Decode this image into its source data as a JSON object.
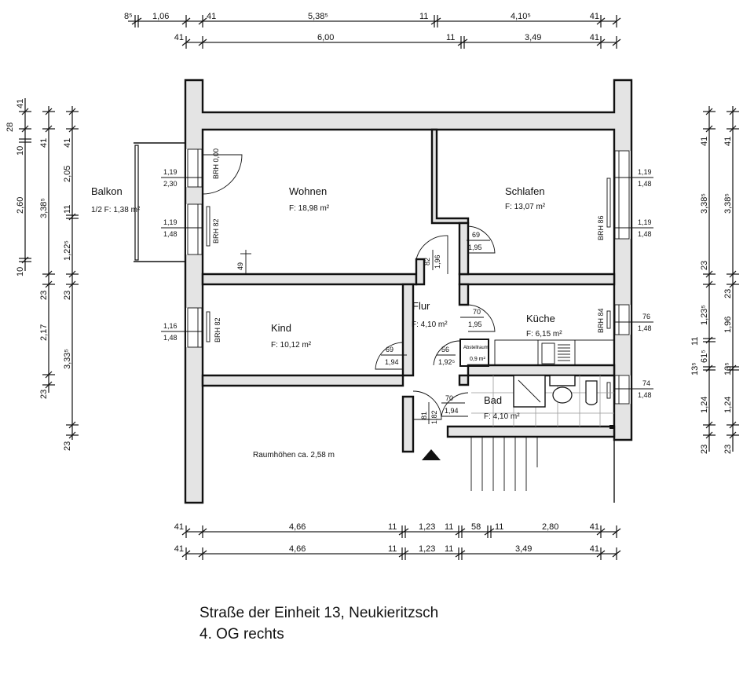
{
  "caption": {
    "address": "Straße der Einheit 13, Neukieritzsch",
    "floor": "4. OG rechts"
  },
  "rooms": {
    "wohnen": {
      "name": "Wohnen",
      "area": "F: 18,98 m²"
    },
    "schlafen": {
      "name": "Schlafen",
      "area": "F: 13,07 m²"
    },
    "kind": {
      "name": "Kind",
      "area": "F: 10,12 m²"
    },
    "flur": {
      "name": "Flur",
      "area": "F: 4,10 m²"
    },
    "kueche": {
      "name": "Küche",
      "area": "F: 6,15 m²"
    },
    "bad": {
      "name": "Bad",
      "area": "F: 4,10 m²"
    },
    "balkon": {
      "name": "Balkon",
      "area": "1/2 F: 1,38 m²"
    }
  },
  "notes": {
    "room_height": "Raumhöhen ca. 2,58 m",
    "storage": "Abstellraum",
    "storage_area": "0,9 m²"
  },
  "windows": {
    "wohnen_door": {
      "w": "1,19",
      "h": "2,30",
      "brh": "BRH 0,00"
    },
    "wohnen_win": {
      "w": "1,19",
      "h": "1,48",
      "brh": "BRH 82"
    },
    "schlafen_win1": {
      "w": "1,19",
      "h": "1,48"
    },
    "schlafen_win2": {
      "w": "1,19",
      "h": "1,48",
      "brh": "BRH 86"
    },
    "kind_win": {
      "w": "1,16",
      "h": "1,48",
      "brh": "BRH 82"
    },
    "kueche_win": {
      "w": "76",
      "h": "1,48",
      "brh": "BRH 84"
    },
    "bad_win": {
      "w": "74",
      "h": "1,48"
    }
  },
  "doors": {
    "schlafen": {
      "w": "69",
      "h": "1,95"
    },
    "flur_top": {
      "w": "82",
      "h": "1,96"
    },
    "kueche": {
      "w": "70",
      "h": "1,95"
    },
    "kind": {
      "w": "69",
      "h": "1,94"
    },
    "storage": {
      "w": "56",
      "h": "1,92⁵"
    },
    "bad": {
      "w": "70",
      "h": "1,94"
    },
    "entry": {
      "w": "81",
      "h": "1,82"
    },
    "wall_offset": "49"
  },
  "dims": {
    "top1": [
      "8⁵",
      "1,06",
      "41",
      "5,38⁵",
      "11",
      "4,10⁵",
      "41"
    ],
    "top2": [
      "41",
      "6,00",
      "11",
      "3,49",
      "41"
    ],
    "bottom1": [
      "41",
      "4,66",
      "11",
      "1,23",
      "11",
      "58",
      "11",
      "2,80",
      "41"
    ],
    "bottom2": [
      "41",
      "4,66",
      "11",
      "1,23",
      "11",
      "3,49",
      "41"
    ],
    "left1": [
      "41",
      "28",
      "10",
      "2,60",
      "10"
    ],
    "left2": [
      "41",
      "3,38⁵",
      "23",
      "2,17",
      "23"
    ],
    "left3": [
      "41",
      "2,05",
      "11",
      "1,22⁵",
      "23",
      "3,33⁵",
      "23"
    ],
    "right1": [
      "41",
      "3,38⁵",
      "23",
      "1,23⁵",
      "11",
      "61⁵",
      "13⁵",
      "1,24",
      "23"
    ],
    "right2": [
      "41",
      "3,38⁵",
      "23",
      "1,96",
      "13⁵",
      "1,24",
      "23"
    ]
  }
}
